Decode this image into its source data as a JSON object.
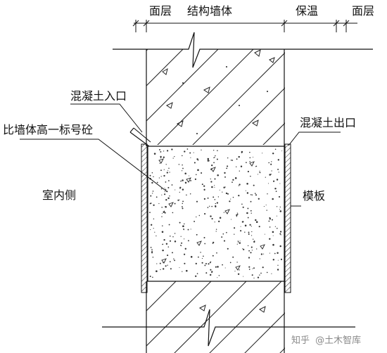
{
  "labels": {
    "face_layer_left": "面层",
    "structural_wall": "结构墙体",
    "insulation": "保温",
    "face_layer_right": "面层",
    "concrete_inlet": "混凝土入口",
    "higher_grade_concrete": "比墙体高一标号砼",
    "concrete_outlet": "混凝土出口",
    "indoor_side": "室内侧",
    "formwork": "模板"
  },
  "watermark": {
    "platform": "知乎",
    "author": "@土木智库"
  }
}
